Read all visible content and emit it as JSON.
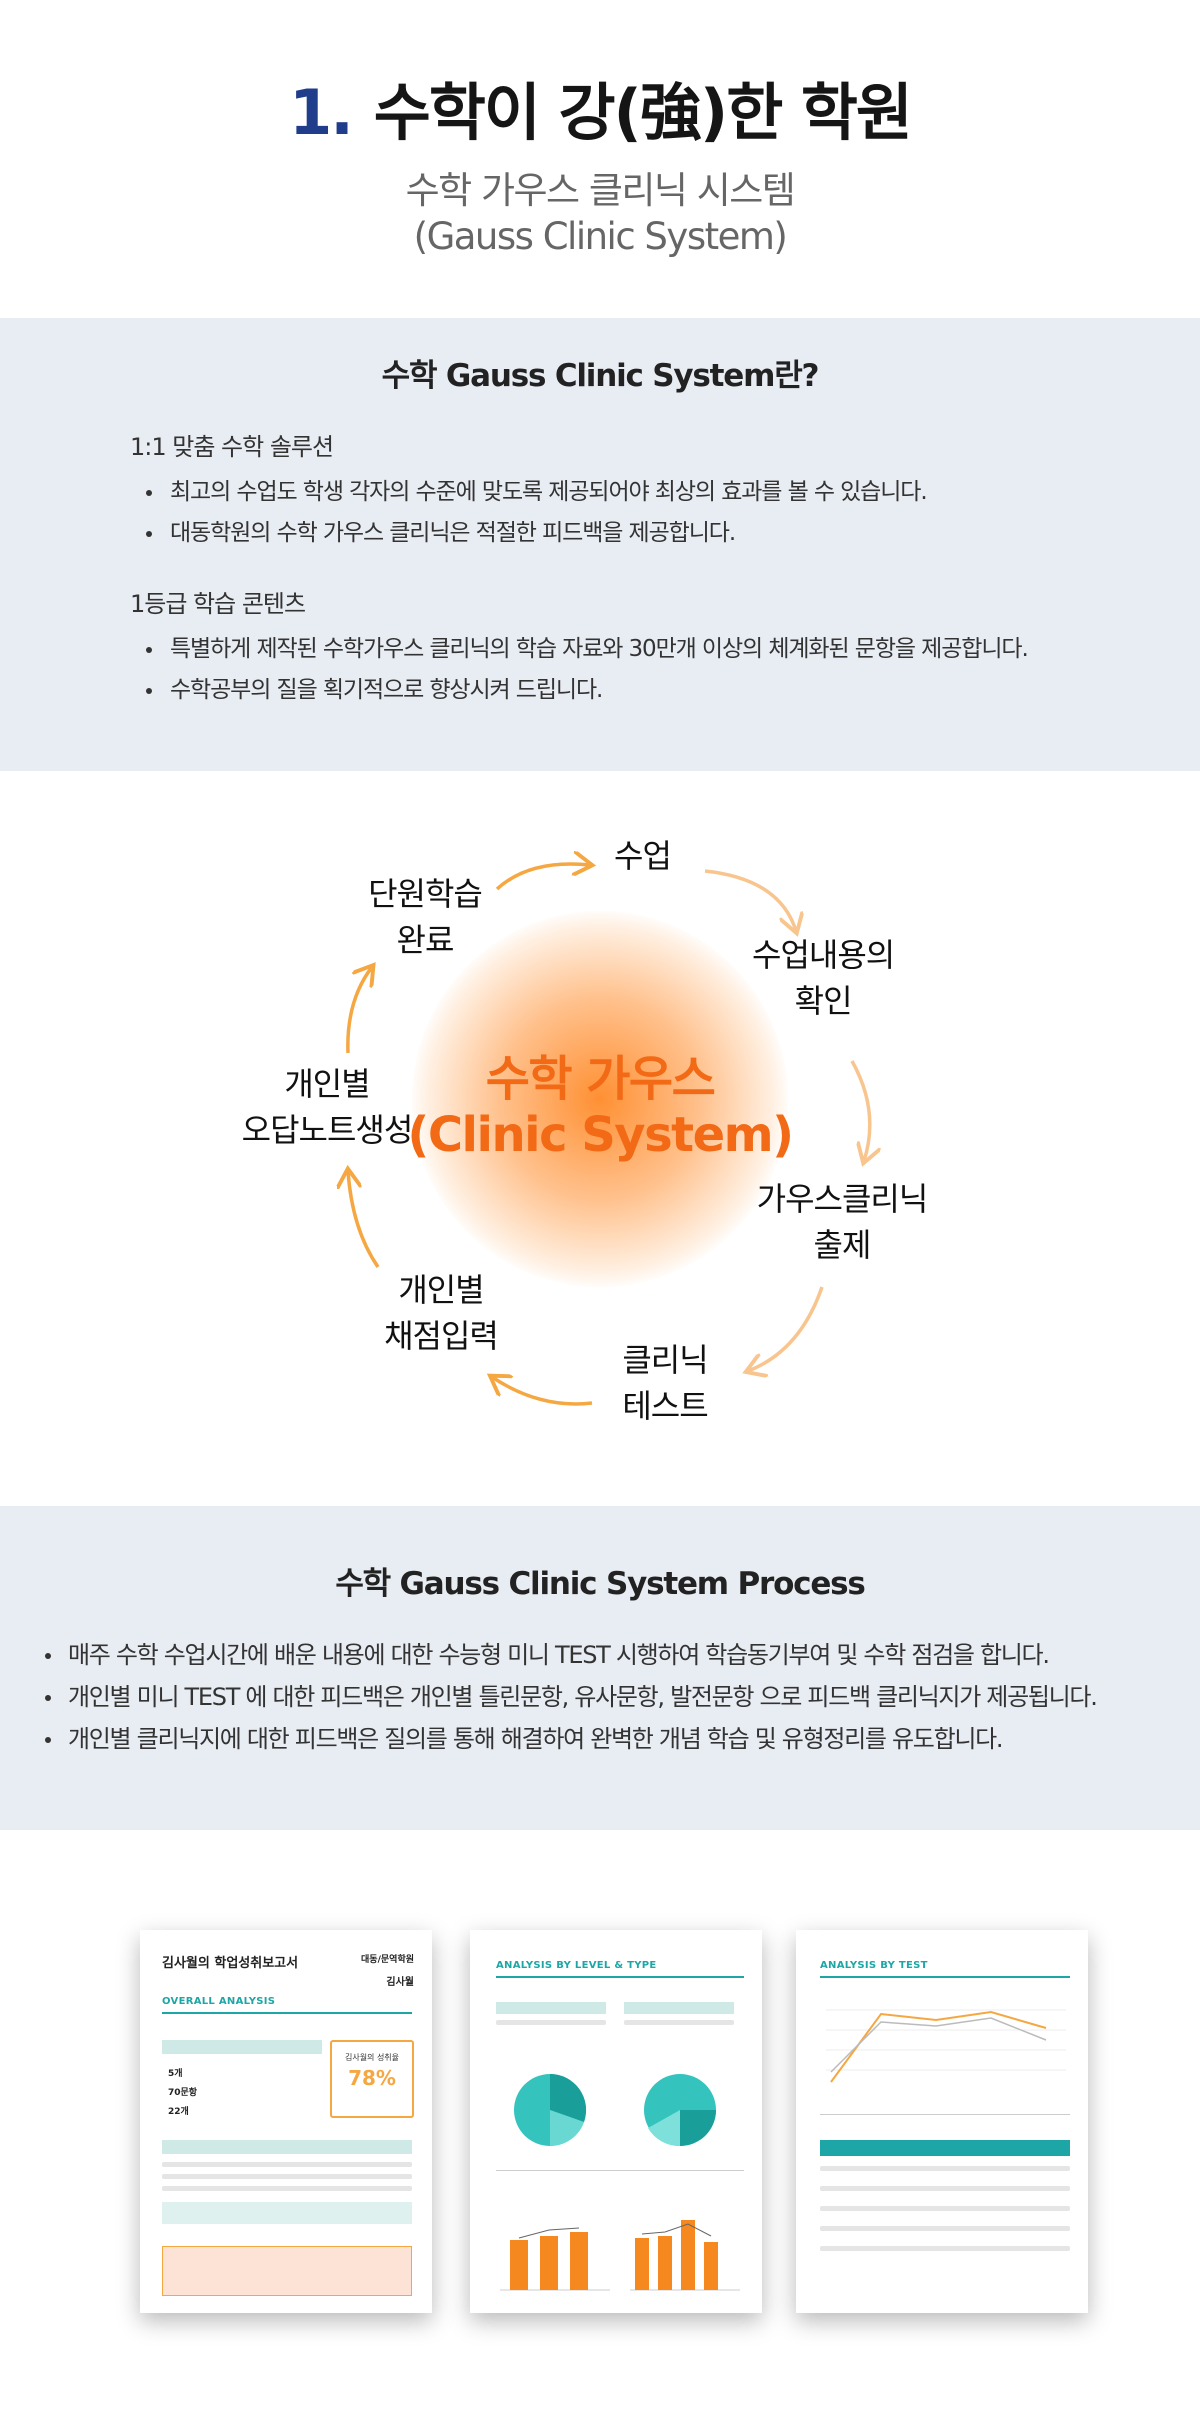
{
  "header": {
    "number": "1.",
    "title": "수학이 강(強)한 학원",
    "subtitle_line1": "수학 가우스 클리닉 시스템",
    "subtitle_line2": "(Gauss Clinic System)"
  },
  "intro": {
    "title": "수학 Gauss Clinic System란?",
    "groups": [
      {
        "heading": "1:1 맞춤 수학 솔루션",
        "items": [
          "최고의 수업도 학생 각자의 수준에 맞도록 제공되어야 최상의 효과를 볼 수 있습니다.",
          "대동학원의 수학 가우스 클리닉은 적절한 피드백을 제공합니다."
        ]
      },
      {
        "heading": "1등급 학습 콘텐츠",
        "items": [
          "특별하게 제작된 수학가우스 클리닉의 학습 자료와 30만개 이상의 체계화된 문항을 제공합니다.",
          "수학공부의 질을 획기적으로 향상시켜 드립니다."
        ]
      }
    ]
  },
  "cycle": {
    "center_line1": "수학 가우스",
    "center_line2": "(Clinic System)",
    "steps": [
      {
        "line1": "수업",
        "line2": ""
      },
      {
        "line1": "수업내용의",
        "line2": "확인"
      },
      {
        "line1": "가우스클리닉",
        "line2": "출제"
      },
      {
        "line1": "클리닉",
        "line2": "테스트"
      },
      {
        "line1": "개인별",
        "line2": "채점입력"
      },
      {
        "line1": "개인별",
        "line2": "오답노트생성"
      },
      {
        "line1": "단원학습",
        "line2": "완료"
      }
    ],
    "arrow_color": "#f5a742",
    "accent_color": "#f26a16"
  },
  "process": {
    "title": "수학 Gauss Clinic System Process",
    "items": [
      "매주 수학 수업시간에 배운 내용에 대한 수능형 미니 TEST 시행하여 학습동기부여 및 수학 점검을 합니다.",
      "개인별 미니 TEST 에 대한 피드백은 개인별 틀린문항, 유사문항, 발전문항 으로 피드백 클리닉지가 제공됩니다.",
      "개인별 클리닉지에 대한 피드백은 질의를 통해 해결하여 완벽한 개념 학습 및 유형정리를 유도합니다."
    ]
  },
  "reports": {
    "report1": {
      "title": "김사월의 학업성취보고서",
      "dept": "대동/문역학원",
      "student": "김사월",
      "section": "OVERALL ANALYSIS",
      "score_label": "김사월의 성취율",
      "score": "78%",
      "stat1": "5개",
      "stat2": "70문항",
      "stat3": "22개"
    },
    "report2": {
      "section": "ANALYSIS BY LEVEL & TYPE"
    },
    "report3": {
      "section": "ANALYSIS BY TEST"
    },
    "teal": "#1ea6a6",
    "orange": "#f5891f"
  }
}
